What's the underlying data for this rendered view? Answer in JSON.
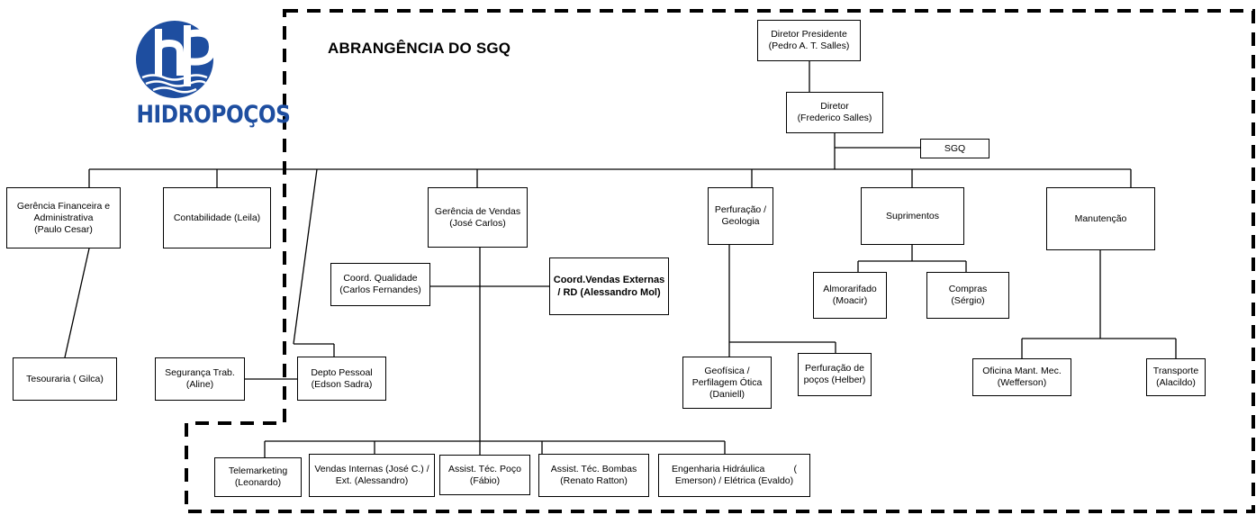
{
  "brand": {
    "name": "HIDROPOÇOS",
    "color": "#1e4ea0"
  },
  "scope_title": "ABRANGÊNCIA DO SGQ",
  "nodes": {
    "diretor_presidente": [
      "Diretor Presidente",
      "(Pedro A. T. Salles)"
    ],
    "diretor": [
      "Diretor",
      "(Frederico Salles)"
    ],
    "sgq": [
      "SGQ"
    ],
    "gerencia_financeira": [
      "Gerência Financeira e",
      "Administrativa",
      "(Paulo Cesar)"
    ],
    "contabilidade": [
      "Contabilidade (Leila)"
    ],
    "gerencia_vendas": [
      "Gerência de Vendas",
      "(José Carlos)"
    ],
    "perfuracao_geologia": [
      "Perfuração /",
      "Geologia"
    ],
    "suprimentos": [
      "Suprimentos"
    ],
    "manutencao": [
      "Manutenção"
    ],
    "coord_qualidade": [
      "Coord. Qualidade",
      "(Carlos Fernandes)"
    ],
    "coord_vendas_externas": [
      "Coord.Vendas Externas",
      "/ RD (Alessandro Mol)"
    ],
    "almoxarifado": [
      "Almorarifado",
      "(Moacir)"
    ],
    "compras": [
      "Compras",
      "(Sérgio)"
    ],
    "tesouraria": [
      "Tesouraria ( Gilca)"
    ],
    "seguranca_trab": [
      "Segurança Trab.",
      "(Aline)"
    ],
    "depto_pessoal": [
      "Depto Pessoal",
      "(Edson Sadra)"
    ],
    "geofisica": [
      "Geofísica /",
      "Perfilagem Ótica",
      "(Daniell)"
    ],
    "perfuracao_pocos": [
      "Perfuração de",
      "poços (Helber)"
    ],
    "oficina": [
      "Oficina Mant. Mec.",
      "(Wefferson)"
    ],
    "transporte": [
      "Transporte",
      "(Alacildo)"
    ],
    "telemarketing": [
      "Telemarketing",
      "(Leonardo)"
    ],
    "vendas_internas": [
      "Vendas Internas (José C.) /",
      "Ext. (Alessandro)"
    ],
    "assist_poco": [
      "Assist. Téc. Poço",
      "(Fábio)"
    ],
    "assist_bombas": [
      "Assist. Téc. Bombas",
      "(Renato Ratton)"
    ],
    "engenharia": [
      "Engenharia Hidráulica           (",
      "Emerson) / Elétrica (Evaldo)"
    ]
  }
}
